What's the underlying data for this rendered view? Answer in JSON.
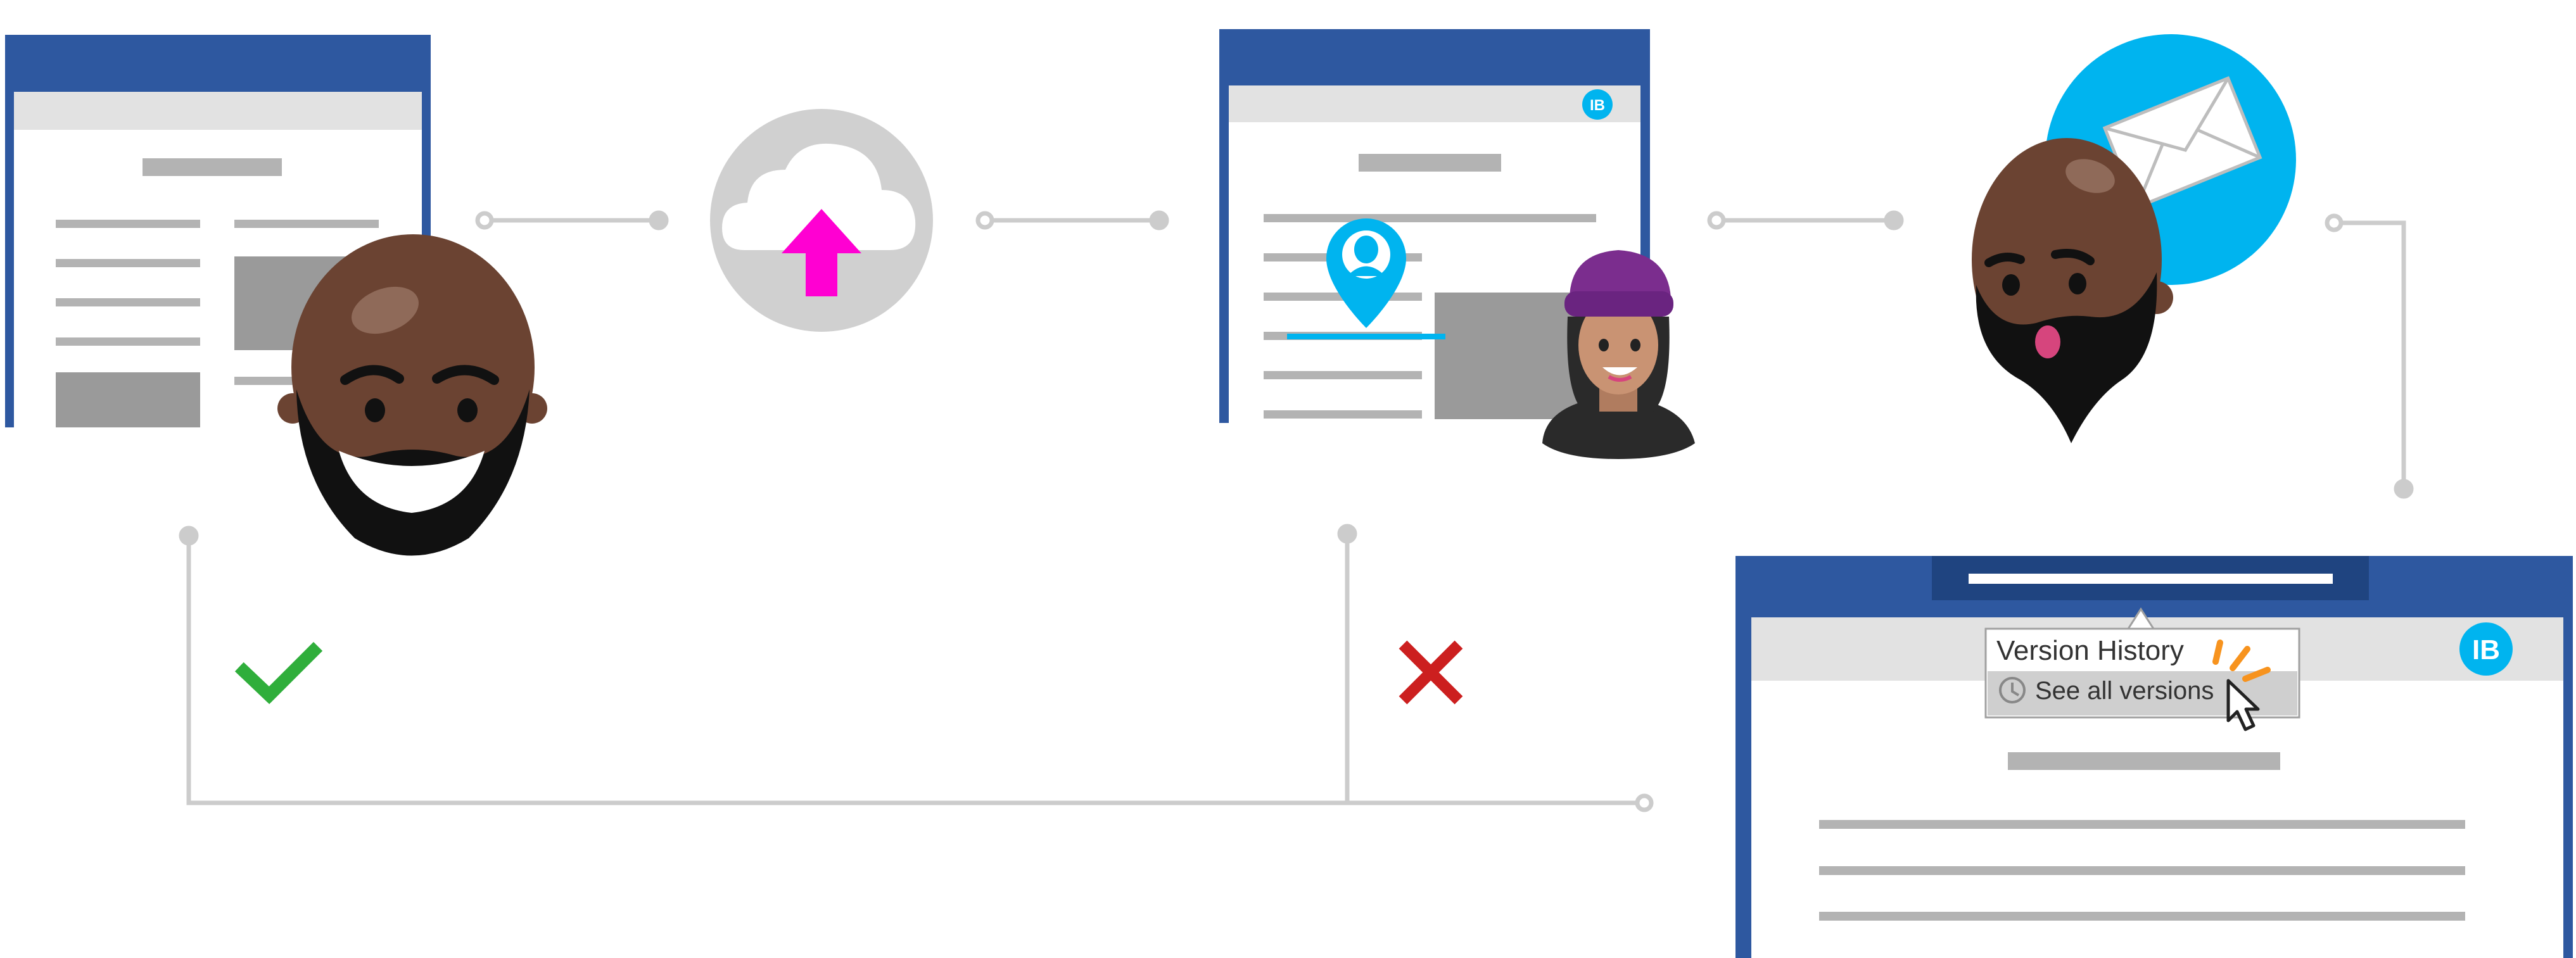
{
  "colors": {
    "window_blue": "#2e58a0",
    "toolbar_gray": "#e2e2e2",
    "placeholder_gray": "#b3b3b3",
    "block_gray": "#9a9a9a",
    "connector_gray": "#cccccc",
    "accent_cyan": "#00b4ef",
    "upload_magenta": "#ff00d2",
    "check_green": "#2fae3b",
    "cross_red": "#cc1f1f",
    "spark_orange": "#f7931e"
  },
  "icons": {
    "upload": "cloud-upload-icon",
    "location": "location-pin-icon",
    "email": "envelope-icon",
    "history": "history-clock-icon",
    "pointer": "mouse-pointer-icon",
    "approve": "checkmark-icon",
    "reject": "cross-icon"
  },
  "user_badge": {
    "initials": "IB"
  },
  "version_menu": {
    "title": "Version History",
    "item": "See all versions"
  }
}
